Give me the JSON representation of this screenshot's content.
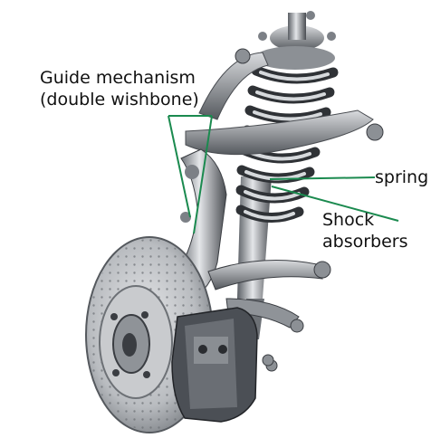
{
  "labels": {
    "guide_line1": "Guide mechanism",
    "guide_line2": "(double wishbone)",
    "spring": "spring",
    "shock_line1": "Shock",
    "shock_line2": "absorbers"
  },
  "colors": {
    "leader_line": "#1b8a4f",
    "metal_light": "#d8dadd",
    "metal_mid": "#9a9ea3",
    "metal_dark": "#3a3d42"
  }
}
